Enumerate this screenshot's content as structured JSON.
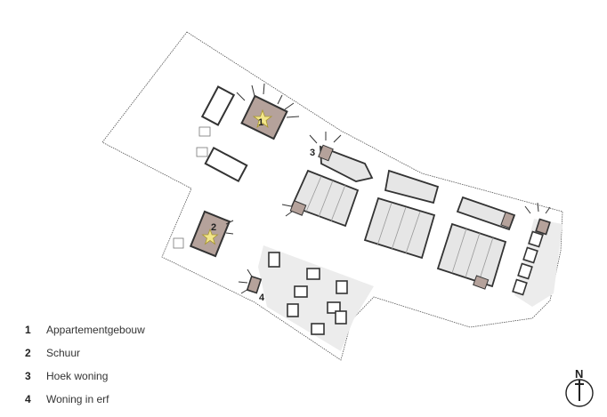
{
  "markers": [
    {
      "num": "1"
    },
    {
      "num": "2"
    },
    {
      "num": "3"
    },
    {
      "num": "4"
    }
  ],
  "legend": {
    "items": [
      {
        "num": "1",
        "label": "Appartementgebouw"
      },
      {
        "num": "2",
        "label": "Schuur"
      },
      {
        "num": "3",
        "label": "Hoek woning"
      },
      {
        "num": "4",
        "label": "Woning in erf"
      }
    ]
  },
  "north_arrow": {
    "label": "N"
  },
  "colors": {
    "highlight_building": "#b5a29b",
    "star": "#f2e68a",
    "existing_building": "#e6e6e6",
    "building_outline": "#333333",
    "site_outline": "#555555"
  }
}
